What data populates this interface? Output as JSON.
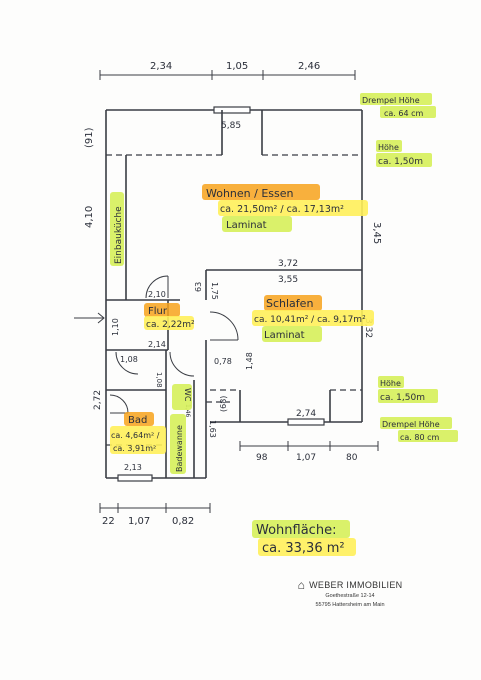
{
  "dims": {
    "top": [
      "2,34",
      "1,05",
      "2,46"
    ],
    "bottom_right": [
      "98",
      "1,07",
      "80"
    ],
    "bottom_left": [
      "22",
      "1,07",
      "0,82"
    ],
    "left_91": "(91)",
    "left_410": "4,10",
    "left_272": "2,72",
    "right_345": "3,45",
    "right_332": "3,32",
    "h_372": "3,72",
    "h_355": "3,55",
    "h_210": "2,10",
    "h_214": "2,14",
    "h_108": "1,08",
    "v_108": "1,08",
    "v_110": "1,10",
    "h_213": "2,13",
    "h_078": "0,78",
    "v_063": "63",
    "v_175": "1,75",
    "v_148": "1,48",
    "v_163": "1,63",
    "v_168": "(68)",
    "v_146": "1,46",
    "h_274": "2,74",
    "window_585": "5,85"
  },
  "annotations": {
    "drempel_top": "Drempel Höhe",
    "drempel_top_val": "ca. 64 cm",
    "hoehe_top": "Höhe",
    "hoehe_top_val": "ca. 1,50m",
    "hoehe_bottom": "Höhe",
    "hoehe_bottom_val": "ca. 1,50m",
    "drempel_bottom": "Drempel Höhe",
    "drempel_bottom_val": "ca. 80 cm"
  },
  "rooms": {
    "wohnen_name": "Wohnen / Essen",
    "wohnen_area": "ca. 21,50m² / ca. 17,13m²",
    "wohnen_floor": "Laminat",
    "schlafen_name": "Schlafen",
    "schlafen_area": "ca. 10,41m² / ca. 9,17m²",
    "schlafen_floor": "Laminat",
    "flur_name": "Flur",
    "flur_area": "ca. 2,22m²",
    "bad_name": "Bad",
    "bad_area1": "ca. 4,64m² /",
    "bad_area2": "ca. 3,91m²",
    "wc_name": "WC",
    "einbaukueche": "Einbauküche",
    "badewanne": "Badewanne"
  },
  "total": {
    "label": "Wohnfläche:",
    "value": "ca. 33,36 m²"
  },
  "footer": {
    "company": "WEBER IMMOBILIEN",
    "street": "Goethestraße 12-14",
    "city": "55795 Hattersheim am Main"
  },
  "colors": {
    "highlight_green": "#d6ef5a",
    "highlight_orange": "#f7a21b",
    "highlight_yellow": "#fff05a",
    "ink": "#2b2f3a"
  }
}
